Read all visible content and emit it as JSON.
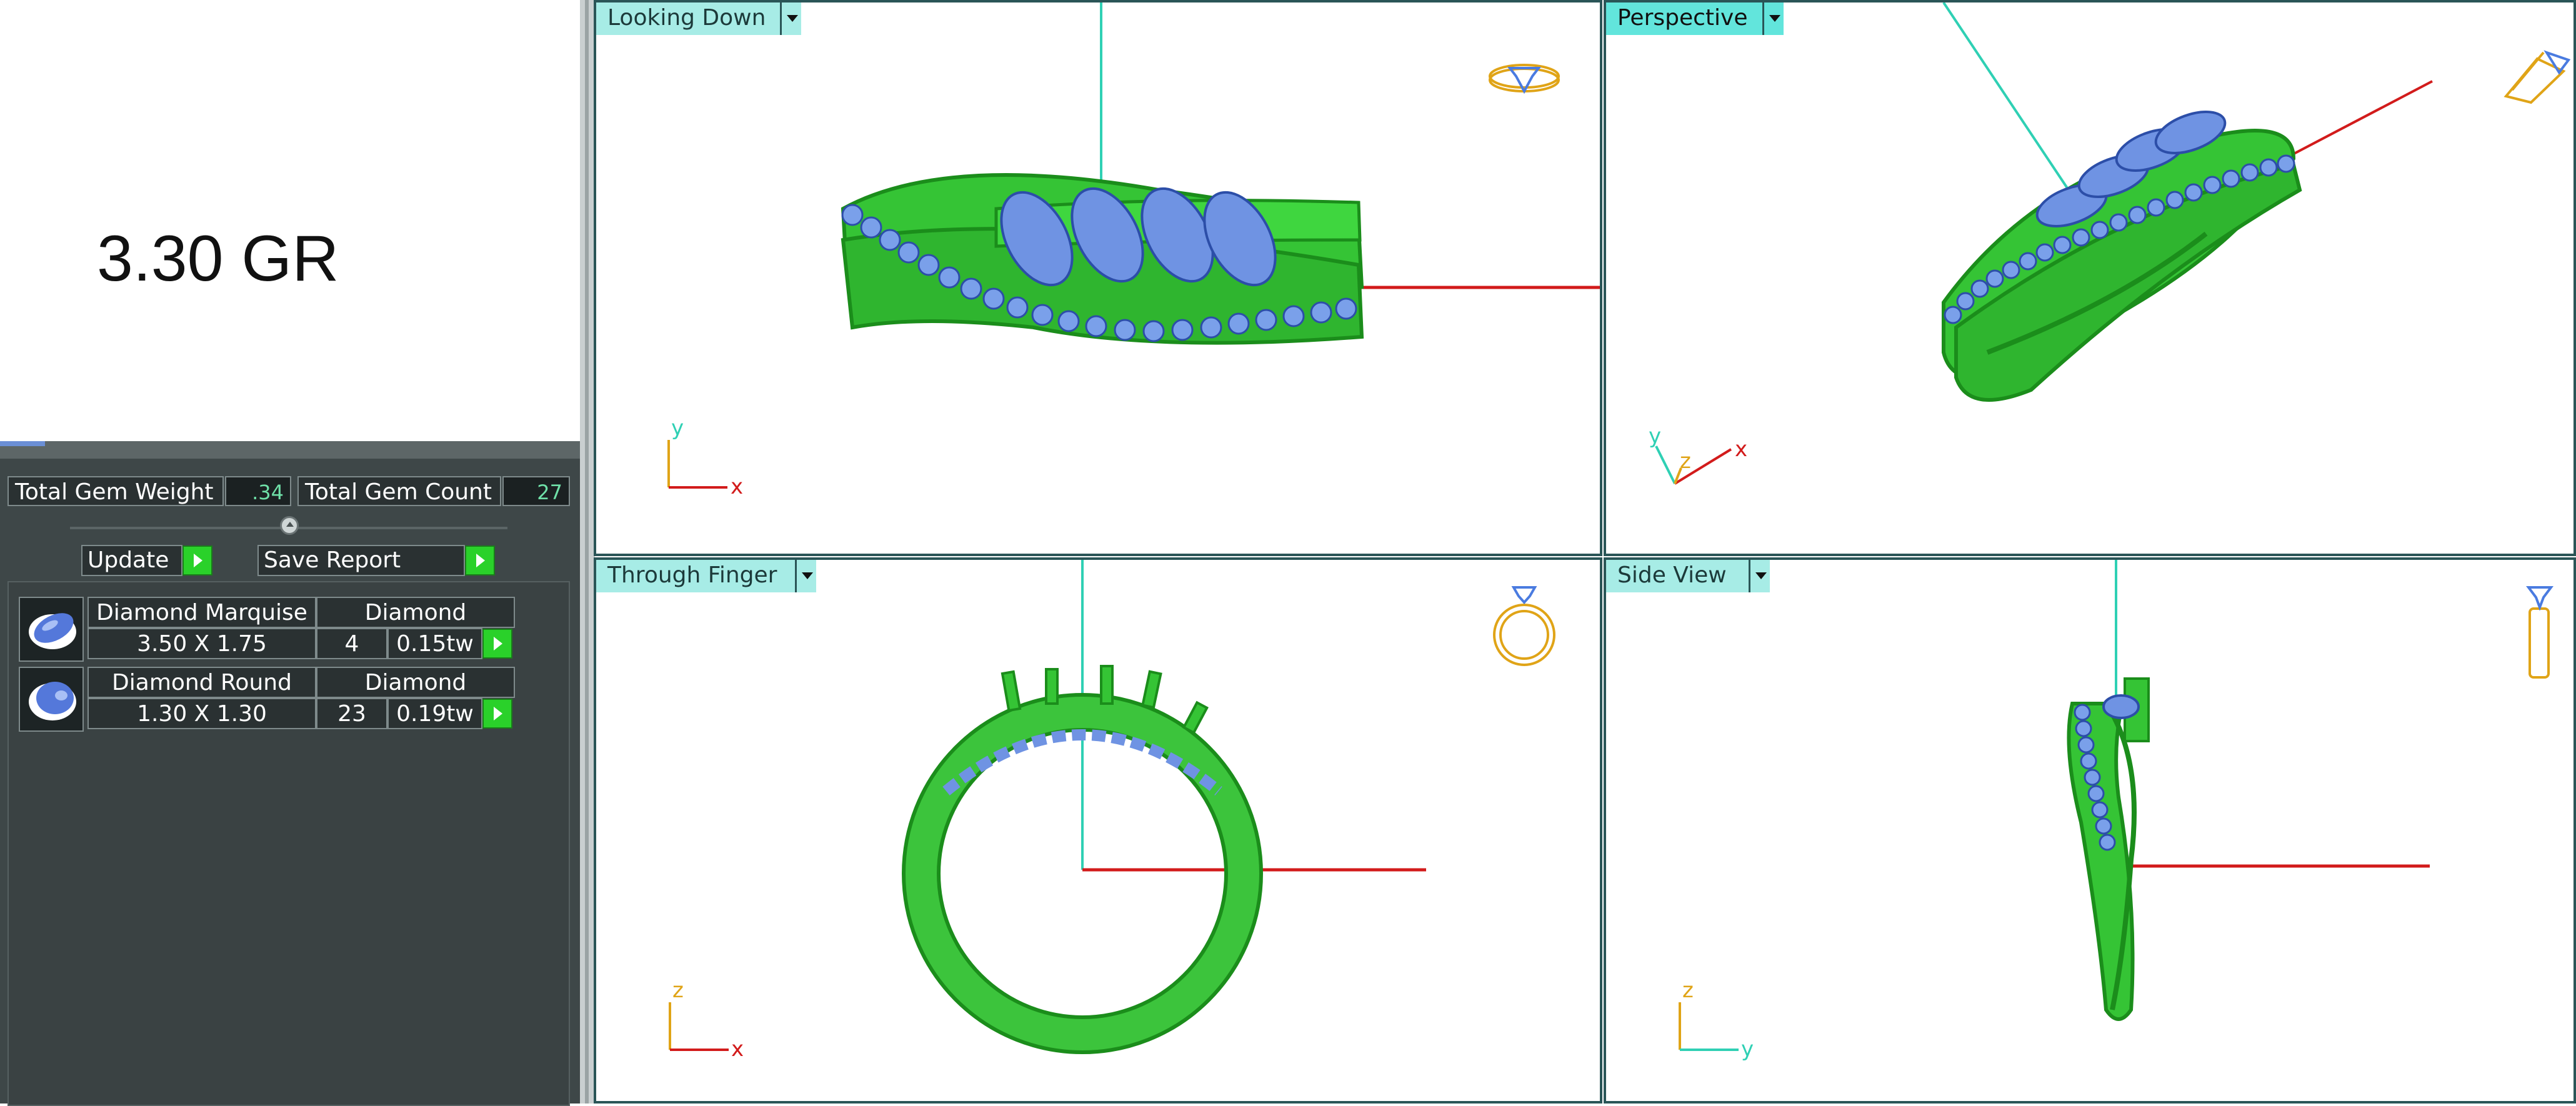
{
  "header": {
    "weight_label": "3.30 GR"
  },
  "gem_panel": {
    "total_gem_weight_label": "Total Gem Weight",
    "total_gem_weight_value": ".34",
    "total_gem_count_label": "Total Gem Count",
    "total_gem_count_value": "27",
    "update_label": "Update",
    "save_report_label": "Save Report",
    "gems": [
      {
        "name": "Diamond Marquise",
        "material": "Diamond",
        "size": "3.50 X 1.75",
        "count": "4",
        "weight": "0.15tw",
        "shape_icon": "marquise-gem-icon"
      },
      {
        "name": "Diamond Round",
        "material": "Diamond",
        "size": "1.30 X 1.30",
        "count": "23",
        "weight": "0.19tw",
        "shape_icon": "round-gem-icon"
      }
    ]
  },
  "viewports": [
    {
      "title": "Looking Down",
      "axes": [
        "y",
        "x"
      ],
      "active": false,
      "icon": "ring-top-icon"
    },
    {
      "title": "Perspective",
      "axes": [
        "y",
        "z",
        "x"
      ],
      "active": true,
      "icon": "ring-perspective-icon"
    },
    {
      "title": "Through Finger",
      "axes": [
        "z",
        "x"
      ],
      "active": false,
      "icon": "ring-front-icon"
    },
    {
      "title": "Side View",
      "axes": [
        "z",
        "y"
      ],
      "active": false,
      "icon": "ring-side-icon"
    }
  ],
  "colors": {
    "ring_green": "#35c435",
    "ring_dark": "#1b8d1b",
    "gem_blue": "#6f93e3",
    "x_axis": "#d21b1b",
    "y_axis": "#2fd0b4",
    "z_axis": "#e0a417",
    "tab_active": "#62e5dc",
    "tab_inactive": "#a7ece6",
    "panel_bg": "#3e4748"
  }
}
